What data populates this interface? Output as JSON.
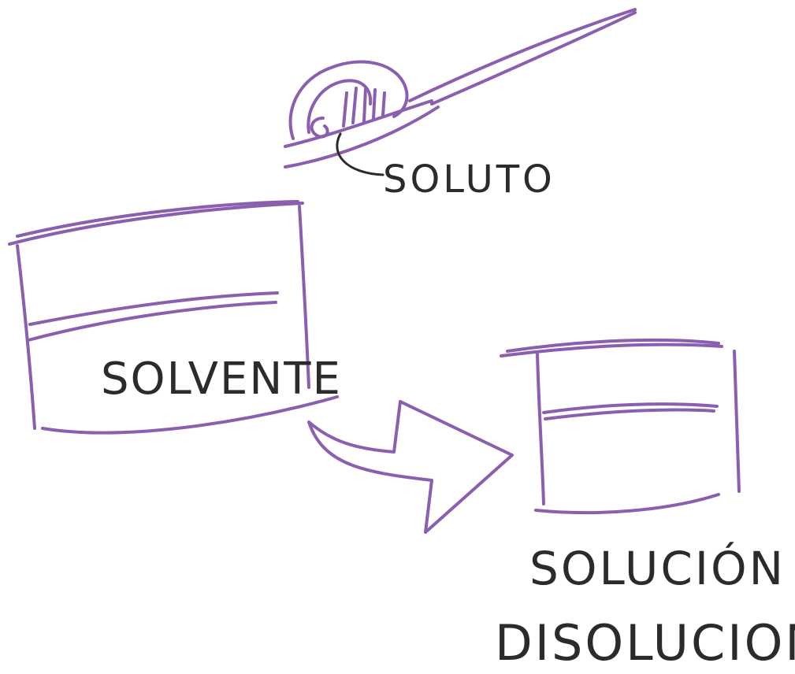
{
  "labels": {
    "solute": "SOLUTO",
    "solvent": "SOLVENTE",
    "solution": "SOLUCIÓN",
    "dissolution": "DISOLUCION"
  },
  "colors": {
    "marker_purple": "#8a5fb0",
    "marker_black": "#2b2b2b",
    "paper": "#ffffff"
  }
}
